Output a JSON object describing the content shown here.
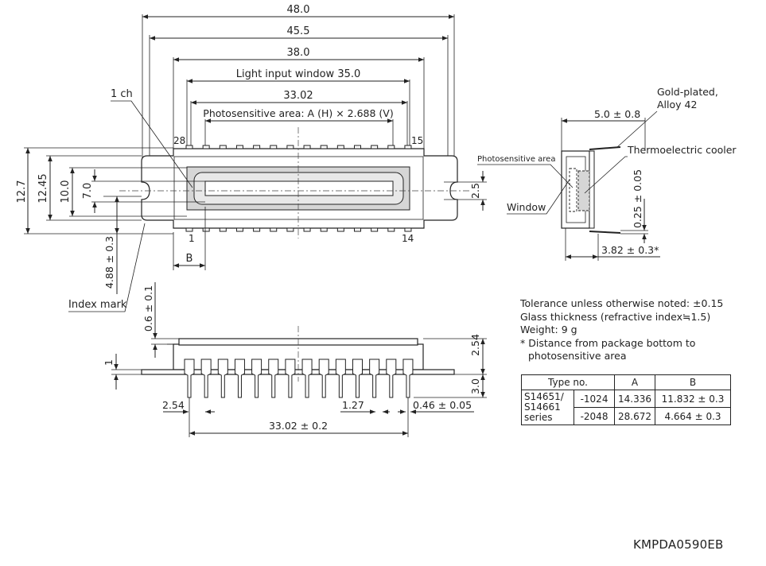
{
  "top_view": {
    "dim_overall": "48.0",
    "dim_45_5": "45.5",
    "dim_38_0": "38.0",
    "dim_window": "Light input window 35.0",
    "dim_33_02": "33.02",
    "dim_photosensitive": "Photosensitive area: A (H) × 2.688 (V)",
    "ch_label": "1 ch",
    "pin_28": "28",
    "pin_15": "15",
    "pin_1": "1",
    "pin_14": "14",
    "dim_b": "B",
    "dim_12_7": "12.7",
    "dim_12_45": "12.45",
    "dim_10_0": "10.0",
    "dim_7_0": "7.0",
    "dim_2_5": "2.5",
    "dim_4_88": "4.88 ± 0.3",
    "index_mark": "Index mark"
  },
  "side_view": {
    "gold_plated_1": "Gold-plated,",
    "gold_plated_2": "Alloy 42",
    "dim_5_0": "5.0 ± 0.8",
    "thermoelectric": "Thermoelectric cooler",
    "photosensitive_area": "Photosensitive area",
    "window": "Window",
    "dim_0_25": "0.25 ± 0.05",
    "dim_3_82": "3.82 ± 0.3*"
  },
  "front_view": {
    "dim_0_6": "0.6 ± 0.1",
    "dim_1": "1",
    "dim_2_54_right": "2.54",
    "dim_3_0": "3.0",
    "dim_2_54_left": "2.54",
    "dim_1_27": "1.27",
    "dim_0_46": "0.46 ± 0.05",
    "dim_33_02_tol": "33.02 ± 0.2"
  },
  "notes": [
    "Tolerance unless otherwise noted: ±0.15",
    "Glass thickness (refractive index≒1.5)",
    "Weight: 9 g",
    "* Distance from package bottom to",
    "photosensitive area"
  ],
  "table": {
    "headers": [
      "Type no.",
      "A",
      "B"
    ],
    "series_label_1": "S14651/",
    "series_label_2": "S14661",
    "series_label_3": "series",
    "rows": [
      {
        "suffix": "-1024",
        "a": "14.336",
        "b": "11.832 ± 0.3"
      },
      {
        "suffix": "-2048",
        "a": "28.672",
        "b": "4.664 ± 0.3"
      }
    ]
  },
  "doc_id": "KMPDA0590EB"
}
